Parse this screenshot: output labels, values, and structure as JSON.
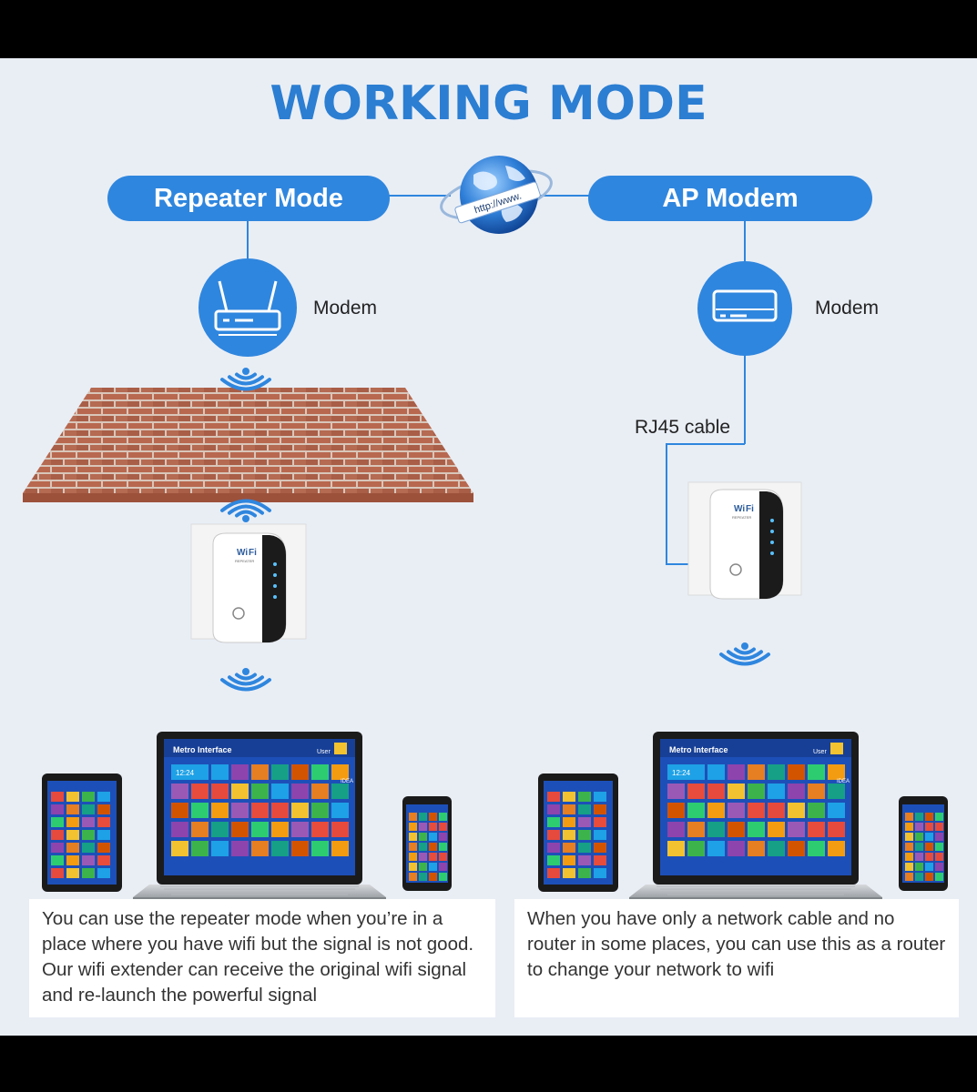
{
  "title": "WORKING MODE",
  "modes": {
    "repeater": {
      "label": "Repeater Mode",
      "modem_label": "Modem"
    },
    "ap": {
      "label": "AP Modem",
      "modem_label": "Modem",
      "cable_label": "RJ45 cable"
    }
  },
  "globe": {
    "url_text": "http://www."
  },
  "device": {
    "brand_top": "Wi",
    "brand_bottom": "Fi",
    "sub_text": "REPEATER"
  },
  "laptop_screen": {
    "header": "Metro Interface",
    "user_label": "User",
    "clock": "12:24",
    "tile_label": "IDEA"
  },
  "descriptions": {
    "repeater": "You can use the repeater mode when you’re in a place where you have wifi but the signal is not good. Our wifi extender can receive the original wifi signal and re-launch the powerful signal",
    "ap": "When you have only a network cable and no router in some places, you can use this as a router to change your network to wifi"
  },
  "colors": {
    "accent": "#2f86de",
    "title": "#2b7ed2",
    "brick": "#b8684f",
    "background": "#e9eef5"
  }
}
